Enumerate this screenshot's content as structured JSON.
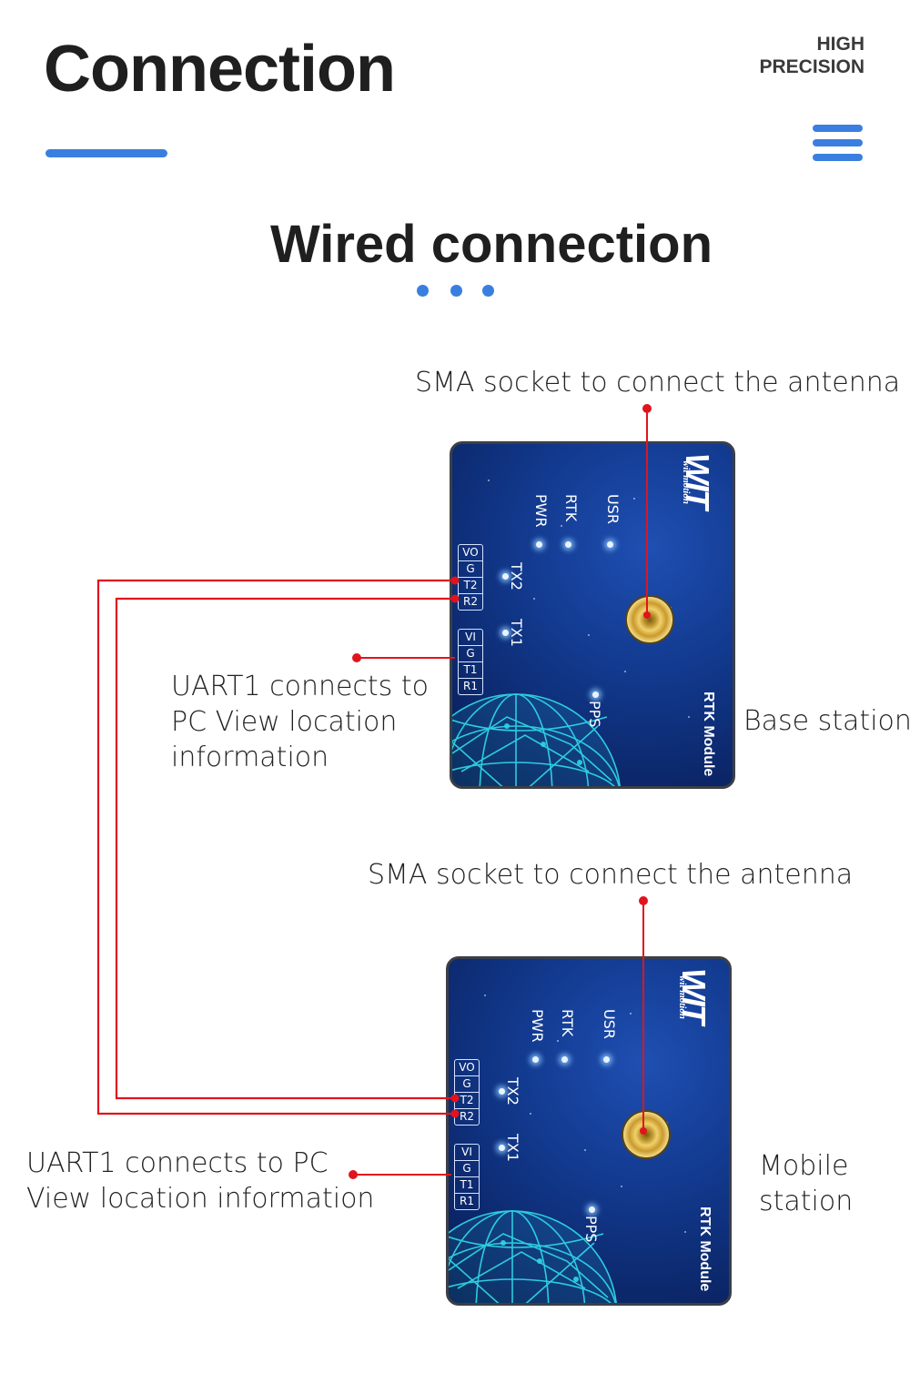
{
  "header": {
    "title": "Connection",
    "tagline_line1": "HIGH",
    "tagline_line2": "PRECISION",
    "menu_icon": "hamburger-menu-icon"
  },
  "section": {
    "title": "Wired connection"
  },
  "colors": {
    "accent": "#3a7fe0",
    "wire": "#e0141e",
    "board": "#123a8f",
    "globe": "#2fd6e6"
  },
  "modules": [
    {
      "role_label": "Base station",
      "sma_label": "SMA socket to connect the antenna",
      "uart_label": [
        "UART1 connects to",
        "PC View location",
        "information"
      ],
      "brand": "WIT",
      "brand_sub": "wit motion",
      "module_title": "RTK Module",
      "leds": [
        "USR",
        "RTK",
        "PWR",
        "TX2",
        "TX1",
        "PPS"
      ],
      "pins_top": [
        "VO",
        "G",
        "T2",
        "R2"
      ],
      "pins_bottom": [
        "VI",
        "G",
        "T1",
        "R1"
      ]
    },
    {
      "role_label": [
        "Mobile",
        "station"
      ],
      "sma_label": "SMA socket to connect the antenna",
      "uart_label": [
        "UART1 connects to PC",
        "View location information"
      ],
      "brand": "WIT",
      "brand_sub": "wit motion",
      "module_title": "RTK Module",
      "leds": [
        "USR",
        "RTK",
        "PWR",
        "TX2",
        "TX1",
        "PPS"
      ],
      "pins_top": [
        "VO",
        "G",
        "T2",
        "R2"
      ],
      "pins_bottom": [
        "VI",
        "G",
        "T1",
        "R1"
      ]
    }
  ]
}
